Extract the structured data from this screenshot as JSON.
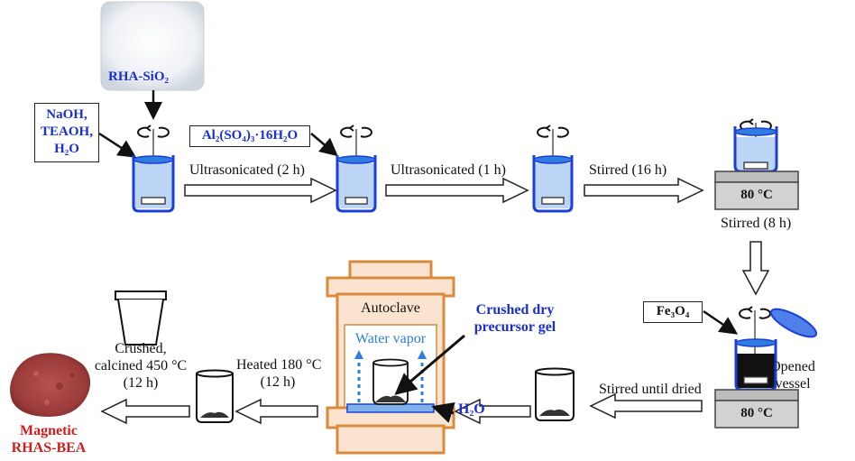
{
  "reagents": {
    "silica": "RHA-SiO₂",
    "base_mix": [
      "NaOH,",
      "TEAOH,",
      "H₂O"
    ],
    "alumina": "Al₂(SO₄)₃·16H₂O",
    "magnetite": "Fe₃O₄",
    "water": "H₂O"
  },
  "steps": {
    "ultrasonicated_2h": "Ultrasonicated (2 h)",
    "ultrasonicated_1h": "Ultrasonicated (1 h)",
    "stirred_16h": "Stirred (16 h)",
    "stirred_8h": "Stirred (8 h)",
    "stirred_until_dried": "Stirred until dried",
    "heated": [
      "Heated 180 °C",
      "(12 h)"
    ],
    "crushed_calcined": [
      "Crushed,",
      "calcined 450 °C",
      "(12 h)"
    ]
  },
  "equipment": {
    "hotplate_temp_1": "80 °C",
    "hotplate_temp_2": "80 °C",
    "autoclave": "Autoclave",
    "water_vapor": "Water vapor",
    "crushed_gel": [
      "Crushed dry",
      "precursor gel"
    ],
    "opened_vessel": [
      "Opened",
      "vessel"
    ]
  },
  "product": [
    "Magnetic",
    "RHAS-BEA"
  ],
  "colors": {
    "beaker_liquid": "#bcd4f5",
    "beaker_outline": "#1b3fd6",
    "autoclave_body": "#fbe4cf",
    "autoclave_outline": "#d98a3c",
    "hotplate": "#cfcfcf",
    "product": "#a84443",
    "accent_text": "#1a2fd0",
    "product_text": "#d01d1d"
  }
}
